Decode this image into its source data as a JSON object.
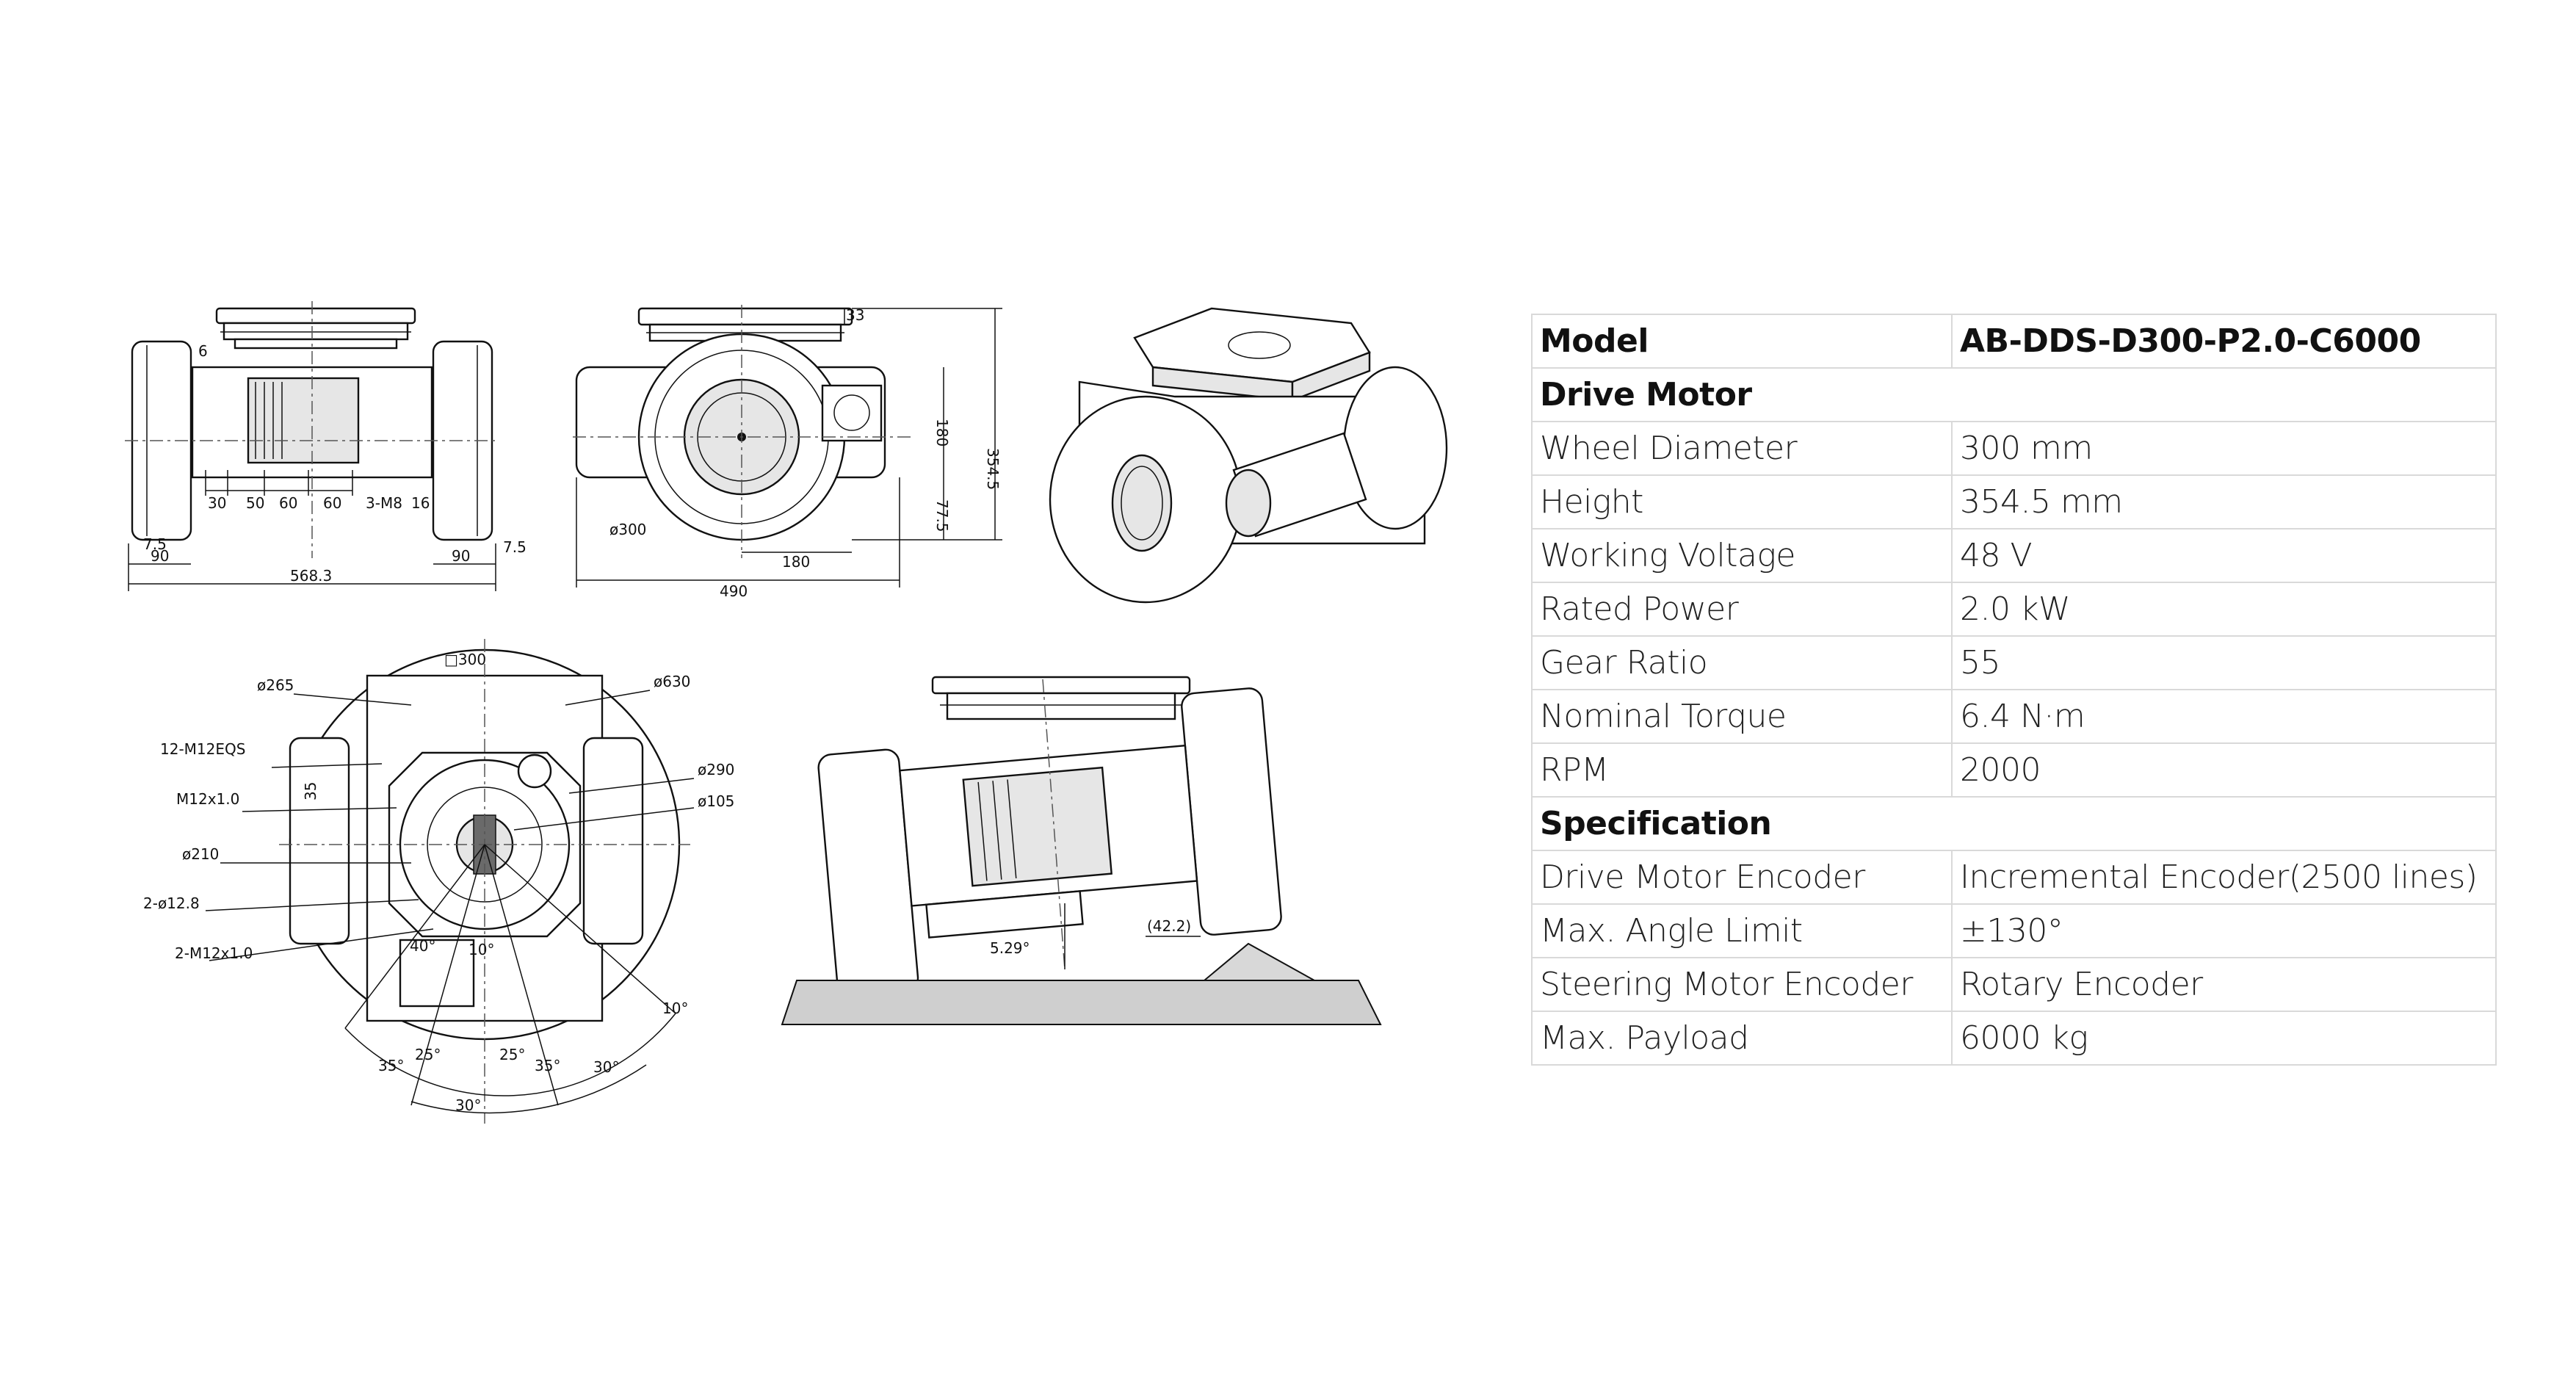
{
  "drawings": {
    "front_view_dims": [
      "6",
      "7.5",
      "90",
      "568.3",
      "90",
      "7.5",
      "30",
      "50",
      "60",
      "60",
      "3-M8",
      "16"
    ],
    "side_view_dims": [
      "33",
      "354.5",
      "180",
      "77.5",
      "ø300",
      "180",
      "490"
    ],
    "top_view_dims": [
      "□300",
      "ø265",
      "ø630",
      "12-M12EQS",
      "M12x1.0",
      "ø290",
      "ø105",
      "ø210",
      "2-ø12.8",
      "2-M12x1.0",
      "40°",
      "10°",
      "25°",
      "25°",
      "35°",
      "35°",
      "30°",
      "10°",
      "30°",
      "35"
    ],
    "tilt_view_dims": [
      "5.29°",
      "(42.2)"
    ]
  },
  "specs": {
    "header": {
      "label": "Model",
      "value": "AB-DDS-D300-P2.0-C6000"
    },
    "section_drive": "Drive Motor",
    "drive_rows": [
      {
        "label": "Wheel Diameter",
        "value": "300 mm"
      },
      {
        "label": "Height",
        "value": "354.5 mm"
      },
      {
        "label": "Working Voltage",
        "value": "48 V"
      },
      {
        "label": "Rated Power",
        "value": "2.0 kW"
      },
      {
        "label": "Gear Ratio",
        "value": "55"
      },
      {
        "label": "Nominal Torque",
        "value": "6.4 N·m"
      },
      {
        "label": "RPM",
        "value": "2000"
      }
    ],
    "section_spec": "Specification",
    "spec_rows": [
      {
        "label": "Drive Motor Encoder",
        "value": "Incremental Encoder(2500 lines)"
      },
      {
        "label": "Max. Angle Limit",
        "value": "±130°"
      },
      {
        "label": "Steering Motor Encoder",
        "value": "Rotary Encoder"
      },
      {
        "label": "Max. Payload",
        "value": "6000 kg"
      }
    ]
  }
}
